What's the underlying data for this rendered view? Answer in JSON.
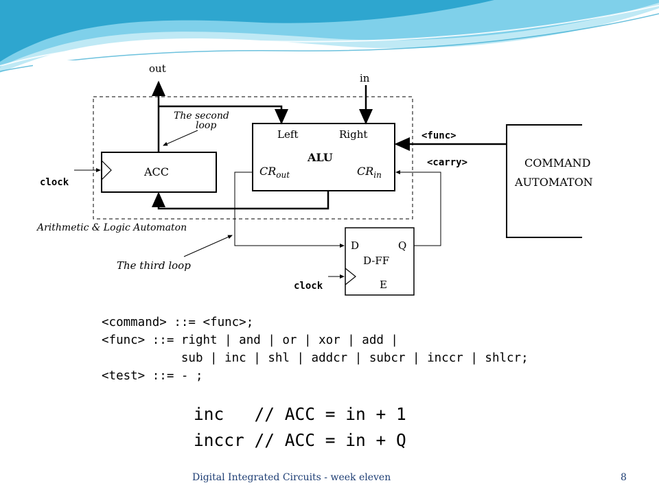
{
  "colors": {
    "wave_light": "#bfe9f5",
    "wave_mid": "#7fd0ea",
    "wave_dark": "#2ea6cf",
    "footer_text": "#1d3d73"
  },
  "diagram": {
    "out_label": "out",
    "in_label": "in",
    "second_loop_line1": "The second",
    "second_loop_line2": "loop",
    "left_label": "Left",
    "right_label": "Right",
    "alu_label": "ALU",
    "cr_out_main": "CR",
    "cr_out_sub": "out",
    "cr_in_main": "CR",
    "cr_in_sub": "in",
    "acc_label": "ACC",
    "clock_label_acc": "clock",
    "func_label": "<func>",
    "carry_label": "<carry>",
    "command_automaton_line1": "COMMAND",
    "command_automaton_line2": "AUTOMATON",
    "arith_logic_label": "Arithmetic & Logic Automaton",
    "third_loop_label": "The third loop",
    "dff_label": "D-FF",
    "d_label": "D",
    "q_label": "Q",
    "e_label": "E",
    "clock_label_dff": "clock"
  },
  "code": {
    "lines": [
      "<command> ::= <func>;",
      "<func> ::= right | and | or | xor | add |",
      "           sub | inc | shl | addcr | subcr | inccr | shlcr;",
      "<test> ::= - ;"
    ]
  },
  "comments": {
    "lines": [
      "inc   // ACC = in + 1",
      "inccr // ACC = in + Q"
    ]
  },
  "footer": {
    "title": "Digital Integrated Circuits - week eleven",
    "page_number": "8"
  }
}
